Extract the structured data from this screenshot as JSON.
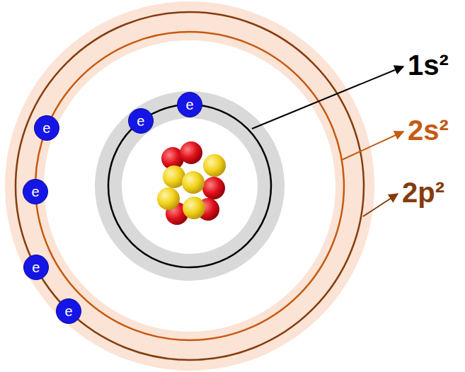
{
  "diagram": {
    "nodes": [
      {
        "text": [
          "e"
        ]
      },
      {
        "text": [
          "e"
        ]
      },
      {
        "text": [
          "e"
        ]
      },
      {
        "text": [
          "e"
        ]
      },
      {
        "text": [
          "e"
        ]
      },
      {
        "text": [
          "e"
        ]
      }
    ],
    "labels": [
      "1s²",
      "2s²",
      "2p²"
    ]
  }
}
